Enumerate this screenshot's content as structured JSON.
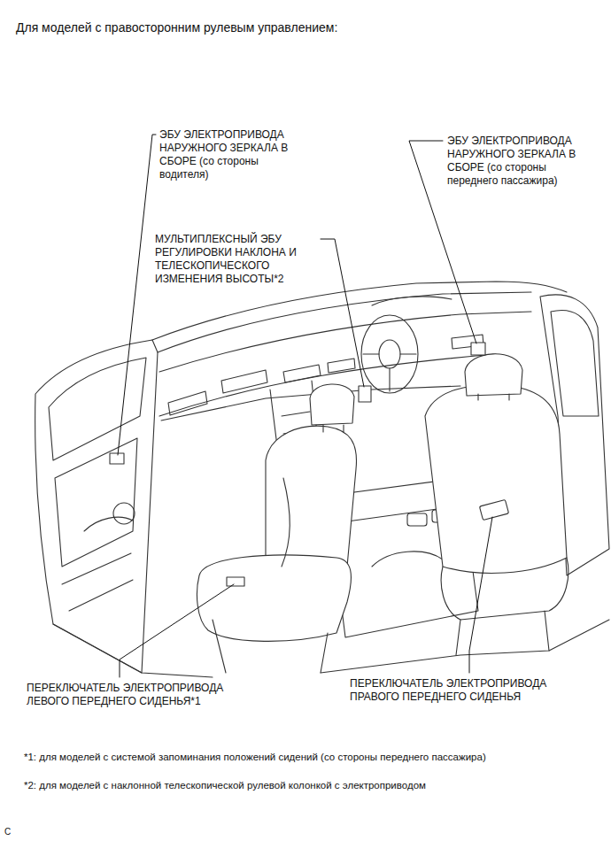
{
  "diagram": {
    "title": "Для моделей с правосторонним рулевым управлением:",
    "labels": [
      "ЭБУ ЭЛЕКТРОПРИВОДА НАРУЖНОГО ЗЕРКАЛА В СБОРЕ (со стороны водителя)",
      "ЭБУ ЭЛЕКТРОПРИВОДА НАРУЖНОГО ЗЕРКАЛА В СБОРЕ (со стороны переднего пассажира)",
      "МУЛЬТИПЛЕКСНЫЙ ЭБУ РЕГУЛИРОВКИ НАКЛОНА И ТЕЛЕСКОПИЧЕСКОГО ИЗМЕНЕНИЯ ВЫСОТЫ*2",
      "ПЕРЕКЛЮЧАТЕЛЬ ЭЛЕКТРОПРИВОДА ЛЕВОГО ПЕРЕДНЕГО СИДЕНЬЯ*1",
      "ПЕРЕКЛЮЧАТЕЛЬ ЭЛЕКТРОПРИВОДА ПРАВОГО ПЕРЕДНЕГО СИДЕНЬЯ",
      "*1: для моделей с системой запоминания положений сидений (со стороны переднего пассажира)",
      "*2: для моделей с наклонной телескопической рулевой колонкой с электроприводом",
      "C"
    ]
  }
}
